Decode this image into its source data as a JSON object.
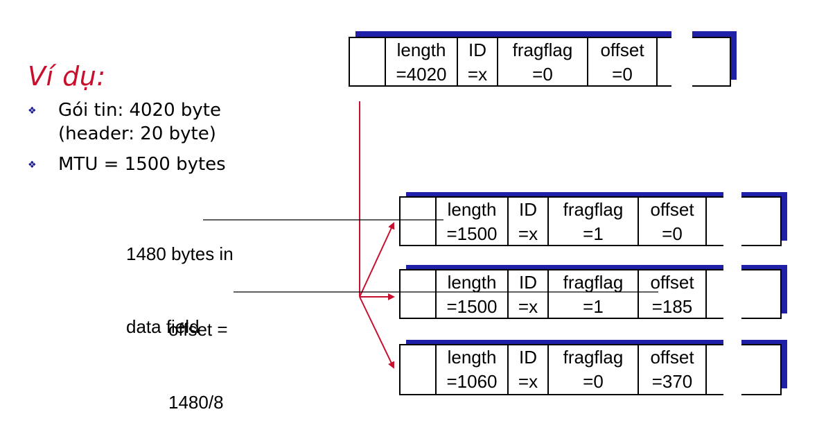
{
  "title": "Ví dụ:",
  "bullets": [
    {
      "icon": "diamond-bullet-icon",
      "lines": [
        "Gói tin: 4020 byte",
        "(header: 20 byte)"
      ]
    },
    {
      "icon": "diamond-bullet-icon",
      "lines": [
        "MTU = 1500 bytes"
      ]
    }
  ],
  "annotations": {
    "data_field": [
      "1480 bytes in",
      "data field"
    ],
    "offset": [
      "offset =",
      "1480/8"
    ]
  },
  "original_packet": {
    "fields": [
      {
        "name": "length",
        "value": "=4020"
      },
      {
        "name": "ID",
        "value": "=x"
      },
      {
        "name": "fragflag",
        "value": "=0"
      },
      {
        "name": "offset",
        "value": "=0"
      }
    ]
  },
  "fragments": [
    {
      "fields": [
        {
          "name": "length",
          "value": "=1500"
        },
        {
          "name": "ID",
          "value": "=x"
        },
        {
          "name": "fragflag",
          "value": "=1"
        },
        {
          "name": "offset",
          "value": "=0"
        }
      ]
    },
    {
      "fields": [
        {
          "name": "length",
          "value": "=1500"
        },
        {
          "name": "ID",
          "value": "=x"
        },
        {
          "name": "fragflag",
          "value": "=1"
        },
        {
          "name": "offset",
          "value": "=185"
        }
      ]
    },
    {
      "fields": [
        {
          "name": "length",
          "value": "=1060"
        },
        {
          "name": "ID",
          "value": "=x"
        },
        {
          "name": "fragflag",
          "value": "=0"
        },
        {
          "name": "offset",
          "value": "=370"
        }
      ]
    }
  ],
  "colors": {
    "title": "#c8102e",
    "arrows": "#c8102e",
    "shadow": "#1f1fa8",
    "bullet": "#1a1a8c"
  }
}
